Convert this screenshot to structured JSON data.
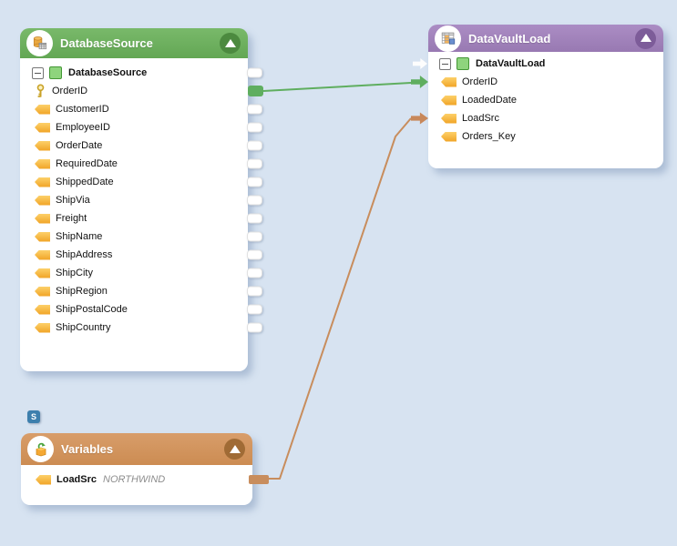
{
  "canvas": {
    "background_color": "#d7e3f1"
  },
  "badge": {
    "label": "S",
    "color": "#3d7fad"
  },
  "nodes": {
    "database_source": {
      "title": "DatabaseSource",
      "header_color": "#6db05e",
      "collapse_state": "expanded",
      "root": {
        "label": "DatabaseSource",
        "port_out": "white"
      },
      "fields": [
        {
          "label": "OrderID",
          "icon": "key",
          "port_out": "green"
        },
        {
          "label": "CustomerID",
          "icon": "tag",
          "port_out": "white"
        },
        {
          "label": "EmployeeID",
          "icon": "tag",
          "port_out": "white"
        },
        {
          "label": "OrderDate",
          "icon": "tag",
          "port_out": "white"
        },
        {
          "label": "RequiredDate",
          "icon": "tag",
          "port_out": "white"
        },
        {
          "label": "ShippedDate",
          "icon": "tag",
          "port_out": "white"
        },
        {
          "label": "ShipVia",
          "icon": "tag",
          "port_out": "white"
        },
        {
          "label": "Freight",
          "icon": "tag",
          "port_out": "white"
        },
        {
          "label": "ShipName",
          "icon": "tag",
          "port_out": "white"
        },
        {
          "label": "ShipAddress",
          "icon": "tag",
          "port_out": "white"
        },
        {
          "label": "ShipCity",
          "icon": "tag",
          "port_out": "white"
        },
        {
          "label": "ShipRegion",
          "icon": "tag",
          "port_out": "white"
        },
        {
          "label": "ShipPostalCode",
          "icon": "tag",
          "port_out": "white"
        },
        {
          "label": "ShipCountry",
          "icon": "tag",
          "port_out": "white"
        }
      ]
    },
    "data_vault_load": {
      "title": "DataVaultLoad",
      "header_color": "#a283bb",
      "collapse_state": "expanded",
      "root": {
        "label": "DataVaultLoad",
        "port_in": "white"
      },
      "fields": [
        {
          "label": "OrderID",
          "icon": "tag",
          "port_in": "green"
        },
        {
          "label": "LoadedDate",
          "icon": "tag"
        },
        {
          "label": "LoadSrc",
          "icon": "tag",
          "port_in": "orange"
        },
        {
          "label": "Orders_Key",
          "icon": "tag"
        }
      ]
    },
    "variables": {
      "title": "Variables",
      "header_color": "#d49660",
      "collapse_state": "expanded",
      "fields": [
        {
          "label": "LoadSrc",
          "icon": "tag",
          "value": "NORTHWIND",
          "bold": true,
          "port_out": "orange"
        }
      ]
    }
  },
  "connections": [
    {
      "from": "DatabaseSource.OrderID",
      "to": "DataVaultLoad.OrderID",
      "color": "#5fae5f"
    },
    {
      "from": "Variables.LoadSrc",
      "to": "DataVaultLoad.LoadSrc",
      "color": "#c88d5d"
    }
  ]
}
